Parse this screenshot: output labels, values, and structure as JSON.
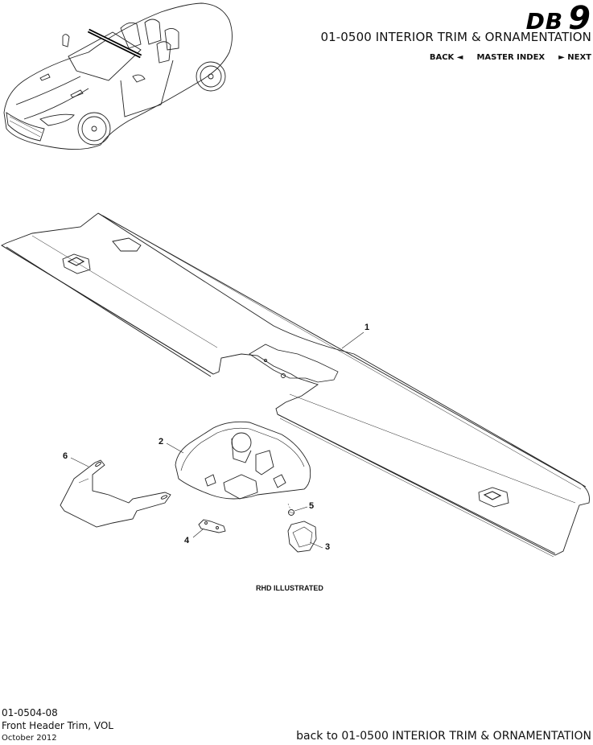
{
  "header": {
    "logo_db": "DB",
    "logo_nine": "9",
    "section_title": "01-0500 INTERIOR TRIM & ORNAMENTATION",
    "nav": {
      "back": "BACK ◄",
      "master_index": "MASTER INDEX",
      "next": "► NEXT"
    }
  },
  "diagram": {
    "callouts": [
      {
        "number": "1"
      },
      {
        "number": "2"
      },
      {
        "number": "3"
      },
      {
        "number": "4"
      },
      {
        "number": "5"
      },
      {
        "number": "6"
      }
    ],
    "note": "RHD ILLUSTRATED"
  },
  "footer": {
    "part_code": "01-0504-08",
    "part_name": "Front Header Trim, VOL",
    "date": "October 2012",
    "back_link": "back to 01-0500 INTERIOR TRIM & ORNAMENTATION"
  }
}
